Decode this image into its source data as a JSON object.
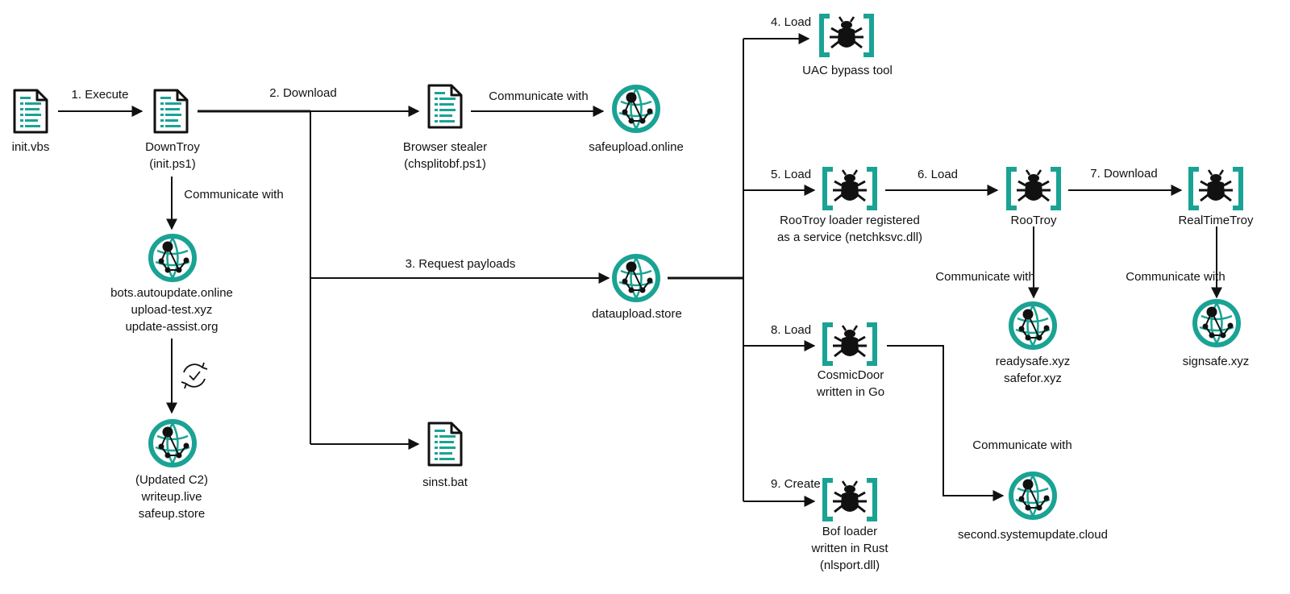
{
  "colors": {
    "accent": "#1aa394",
    "ink": "#111111"
  },
  "icon_defs": {
    "document": "document-icon",
    "globe": "network-globe-icon",
    "malware": "malware-bug-icon",
    "sync": "sync-check-icon"
  },
  "nodes": {
    "init_vbs": {
      "icon": "document-icon",
      "lines": [
        "init.vbs"
      ]
    },
    "downtroy": {
      "icon": "document-icon",
      "lines": [
        "DownTroy",
        "(init.ps1)"
      ]
    },
    "c2_primary": {
      "icon": "network-globe-icon",
      "lines": [
        "bots.autoupdate.online",
        "upload-test.xyz",
        "update-assist.org"
      ]
    },
    "c2_updated": {
      "icon": "network-globe-icon",
      "lines": [
        "(Updated C2)",
        "writeup.live",
        "safeup.store"
      ]
    },
    "browser_stealer": {
      "icon": "document-icon",
      "lines": [
        "Browser stealer",
        "(chsplitobf.ps1)"
      ]
    },
    "safeupload": {
      "icon": "network-globe-icon",
      "lines": [
        "safeupload.online"
      ]
    },
    "dataupload": {
      "icon": "network-globe-icon",
      "lines": [
        "dataupload.store"
      ]
    },
    "sinst_bat": {
      "icon": "document-icon",
      "lines": [
        "sinst.bat"
      ]
    },
    "uac_bypass": {
      "icon": "malware-bug-icon",
      "lines": [
        "UAC bypass tool"
      ]
    },
    "rootroy_loader": {
      "icon": "malware-bug-icon",
      "lines": [
        "RooTroy loader registered",
        "as a service (netchksvc.dll)"
      ]
    },
    "rootroy": {
      "icon": "malware-bug-icon",
      "lines": [
        "RooTroy"
      ]
    },
    "realtimetroy": {
      "icon": "malware-bug-icon",
      "lines": [
        "RealTimeTroy"
      ]
    },
    "readysafe": {
      "icon": "network-globe-icon",
      "lines": [
        "readysafe.xyz",
        "safefor.xyz"
      ]
    },
    "signsafe": {
      "icon": "network-globe-icon",
      "lines": [
        "signsafe.xyz"
      ]
    },
    "cosmicdoor": {
      "icon": "malware-bug-icon",
      "lines": [
        "CosmicDoor",
        "written in Go"
      ]
    },
    "systemupdate": {
      "icon": "network-globe-icon",
      "lines": [
        "second.systemupdate.cloud"
      ]
    },
    "bof_loader": {
      "icon": "malware-bug-icon",
      "lines": [
        "Bof loader",
        "written in Rust",
        "(nlsport.dll)"
      ]
    }
  },
  "edges": {
    "execute": "1. Execute",
    "download": "2. Download",
    "communicate_stealer": "Communicate with",
    "communicate_downtroy": "Communicate with",
    "request_payloads": "3. Request payloads",
    "load_4": "4. Load",
    "load_5": "5. Load",
    "load_6": "6. Load",
    "download_7": "7. Download",
    "load_8": "8. Load",
    "create_9": "9. Create",
    "communicate_rootroy": "Communicate with",
    "communicate_realtimetroy": "Communicate with",
    "communicate_cosmicdoor": "Communicate with"
  }
}
